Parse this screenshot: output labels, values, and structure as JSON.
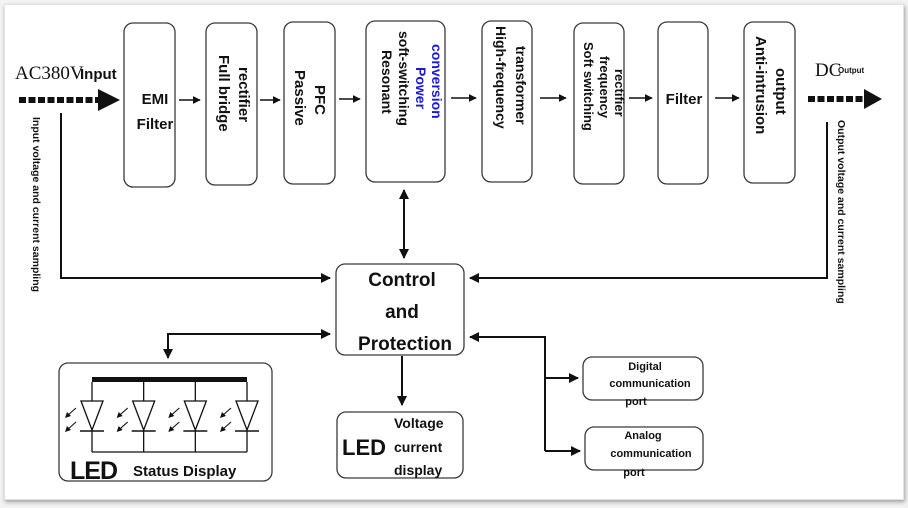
{
  "input": {
    "voltage_label": "AC380V",
    "input_label": "Input",
    "sampling_label": "Input voltage and current sampling"
  },
  "output": {
    "dc_label": "DC",
    "output_label": "Output",
    "sampling_label": "Output voltage and current sampling"
  },
  "stages": [
    {
      "id": "emi-filter",
      "lines": [
        "EMI",
        "Filter"
      ],
      "orientation": "horizontal"
    },
    {
      "id": "full-bridge-rectifier",
      "lines": [
        "rectifier",
        "Full bridge"
      ],
      "orientation": "vertical"
    },
    {
      "id": "passive-pfc",
      "lines": [
        "PFC",
        "Passive"
      ],
      "orientation": "vertical"
    },
    {
      "id": "resonant-power-conversion",
      "lines": [
        "conversion",
        "Power",
        "soft-switching",
        "Resonant"
      ],
      "orientation": "vertical",
      "highlight_lines": [
        0,
        1
      ],
      "highlight_color": "#1a1ad6"
    },
    {
      "id": "high-frequency-transformer",
      "lines": [
        "transformer",
        "High-frequency"
      ],
      "orientation": "vertical"
    },
    {
      "id": "soft-switching-rectifier",
      "lines": [
        "rectifier",
        "frequency",
        "Soft switching"
      ],
      "orientation": "vertical"
    },
    {
      "id": "filter",
      "lines": [
        "Filter"
      ],
      "orientation": "horizontal"
    },
    {
      "id": "anti-intrusion-output",
      "lines": [
        "output",
        "Anti-intrusion"
      ],
      "orientation": "vertical"
    }
  ],
  "control": {
    "lines": [
      "Control",
      "and",
      "Protection"
    ]
  },
  "led_status": {
    "led_label": "LED",
    "label": "Status Display",
    "led_count": 4
  },
  "led_meter": {
    "led_label": "LED",
    "lines": [
      "Voltage",
      "current",
      "display"
    ]
  },
  "ports": [
    {
      "id": "digital",
      "lines": [
        "Digital",
        "communication",
        "port"
      ]
    },
    {
      "id": "analog",
      "lines": [
        "Analog",
        "communication",
        "port"
      ]
    }
  ]
}
